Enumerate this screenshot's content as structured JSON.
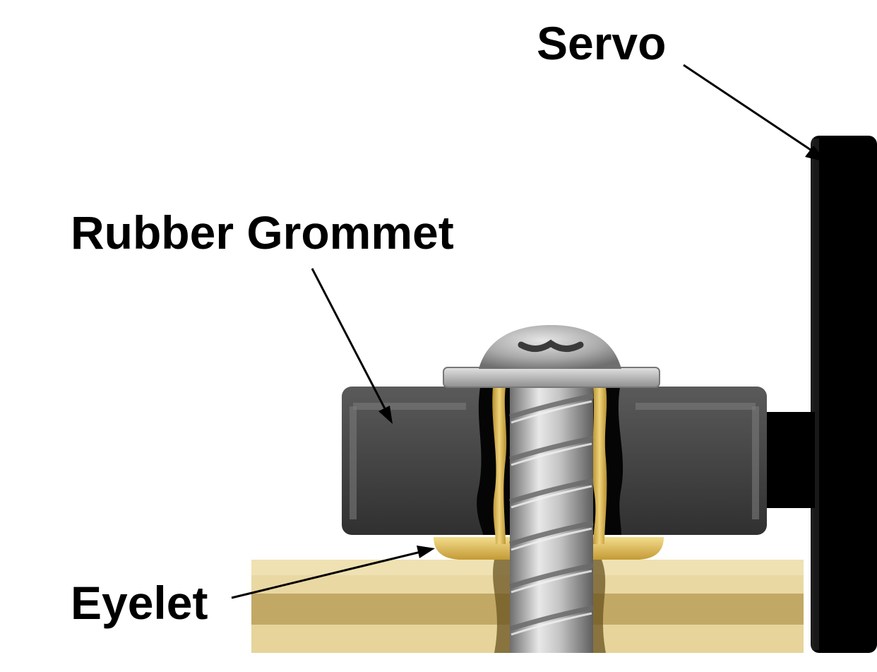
{
  "labels": {
    "servo": "Servo",
    "rubber_grommet": "Rubber Grommet",
    "eyelet": "Eyelet"
  },
  "colors": {
    "servo_body": "#000000",
    "grommet": "#4a4a4a",
    "eyelet_brass": "#d9b24a",
    "wood": "#ead9a4",
    "wood_grain": "#bfa463",
    "screw_steel": "#b8b8b8"
  }
}
